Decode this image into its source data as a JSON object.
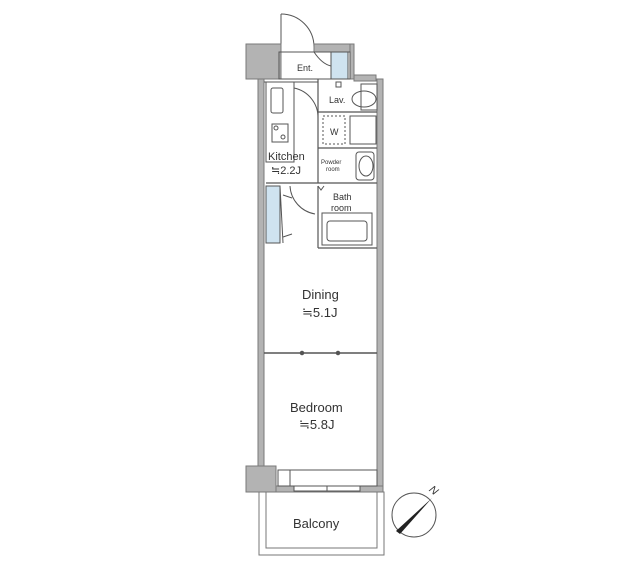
{
  "floorplan": {
    "rooms": {
      "entrance": {
        "label": "Ent."
      },
      "lavatory": {
        "label": "Lav."
      },
      "washer": {
        "label": "W"
      },
      "kitchen": {
        "label": "Kitchen",
        "size": "≒2.2J"
      },
      "powder_room": {
        "label_line1": "Powder",
        "label_line2": "room"
      },
      "bathroom": {
        "label_line1": "Bath",
        "label_line2": "room"
      },
      "dining": {
        "label": "Dining",
        "size": "≒5.1J"
      },
      "bedroom": {
        "label": "Bedroom",
        "size": "≒5.8J"
      },
      "balcony": {
        "label": "Balcony"
      }
    },
    "compass": {
      "label": "N"
    },
    "colors": {
      "wall": "#b3b3b3",
      "wall_stroke": "#7a7a7a",
      "line": "#555555",
      "closet_fill": "#cfe3f0",
      "text": "#333333"
    }
  }
}
